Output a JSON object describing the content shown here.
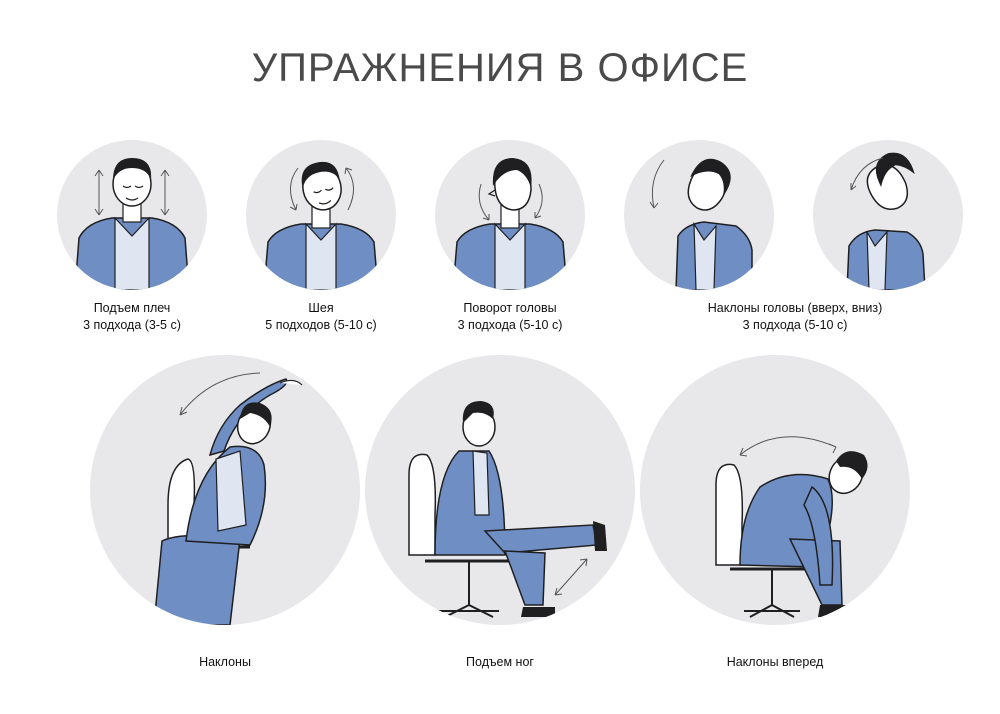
{
  "title": "УПРАЖНЕНИЯ В ОФИСЕ",
  "colors": {
    "background": "#ffffff",
    "disc": "#e8e8ea",
    "suit": "#6f8fc4",
    "suit_dark": "#4d6ca6",
    "shirt": "#dfe6f2",
    "hair": "#1f1f22",
    "skin": "#ffffff",
    "title_text": "#4a4a4a"
  },
  "exercises_top": [
    {
      "name": "Подъем плеч",
      "reps": "3 подхода (3-5 с)",
      "figure": "person-shoulder-raise"
    },
    {
      "name": "Шея",
      "reps": "5 подходов (5-10 с)",
      "figure": "person-neck-roll"
    },
    {
      "name": "Поворот головы",
      "reps": "3 подхода (5-10 с)",
      "figure": "person-head-turn"
    },
    {
      "name": "Наклоны головы (вверх, вниз)",
      "reps": "3 подхода (5-10 с)",
      "figure": "person-head-tilt"
    }
  ],
  "exercises_bottom": [
    {
      "name": "Наклоны",
      "figure": "person-side-bend"
    },
    {
      "name": "Подъем ног",
      "figure": "person-leg-raise"
    },
    {
      "name": "Наклоны вперед",
      "figure": "person-forward-bend"
    }
  ]
}
